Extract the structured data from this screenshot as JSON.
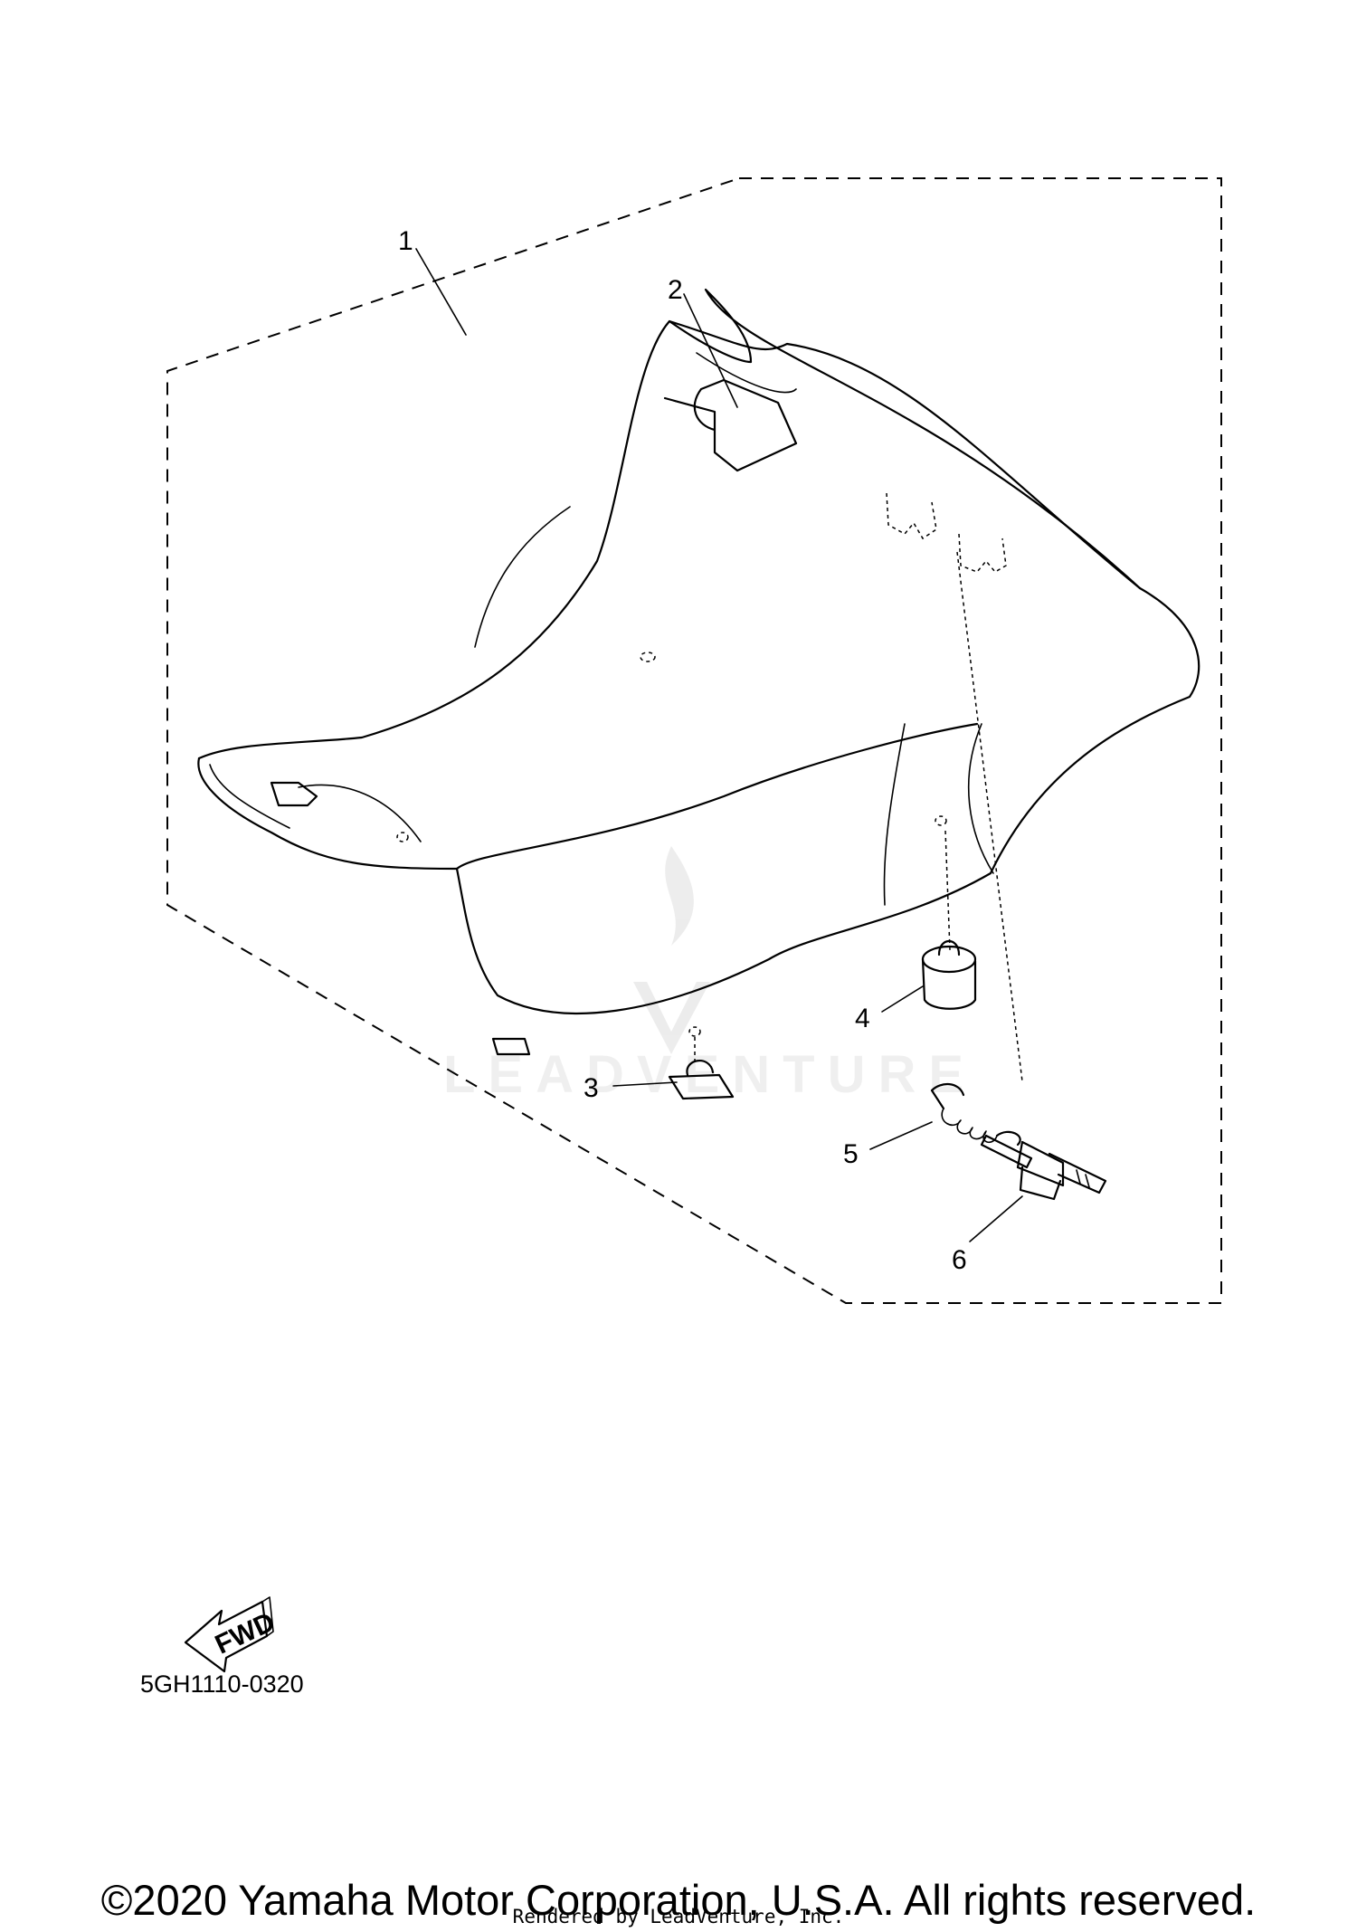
{
  "callouts": [
    "1",
    "2",
    "3",
    "4",
    "5",
    "6"
  ],
  "fwd_label": "FWD",
  "diagram_code": "5GH1110-0320",
  "watermark": "LEADVENTURE",
  "copyright": "©2020 Yamaha Motor Corporation, U.S.A. All rights reserved.",
  "rendered_by": "Rendered by LeadVenture, Inc."
}
